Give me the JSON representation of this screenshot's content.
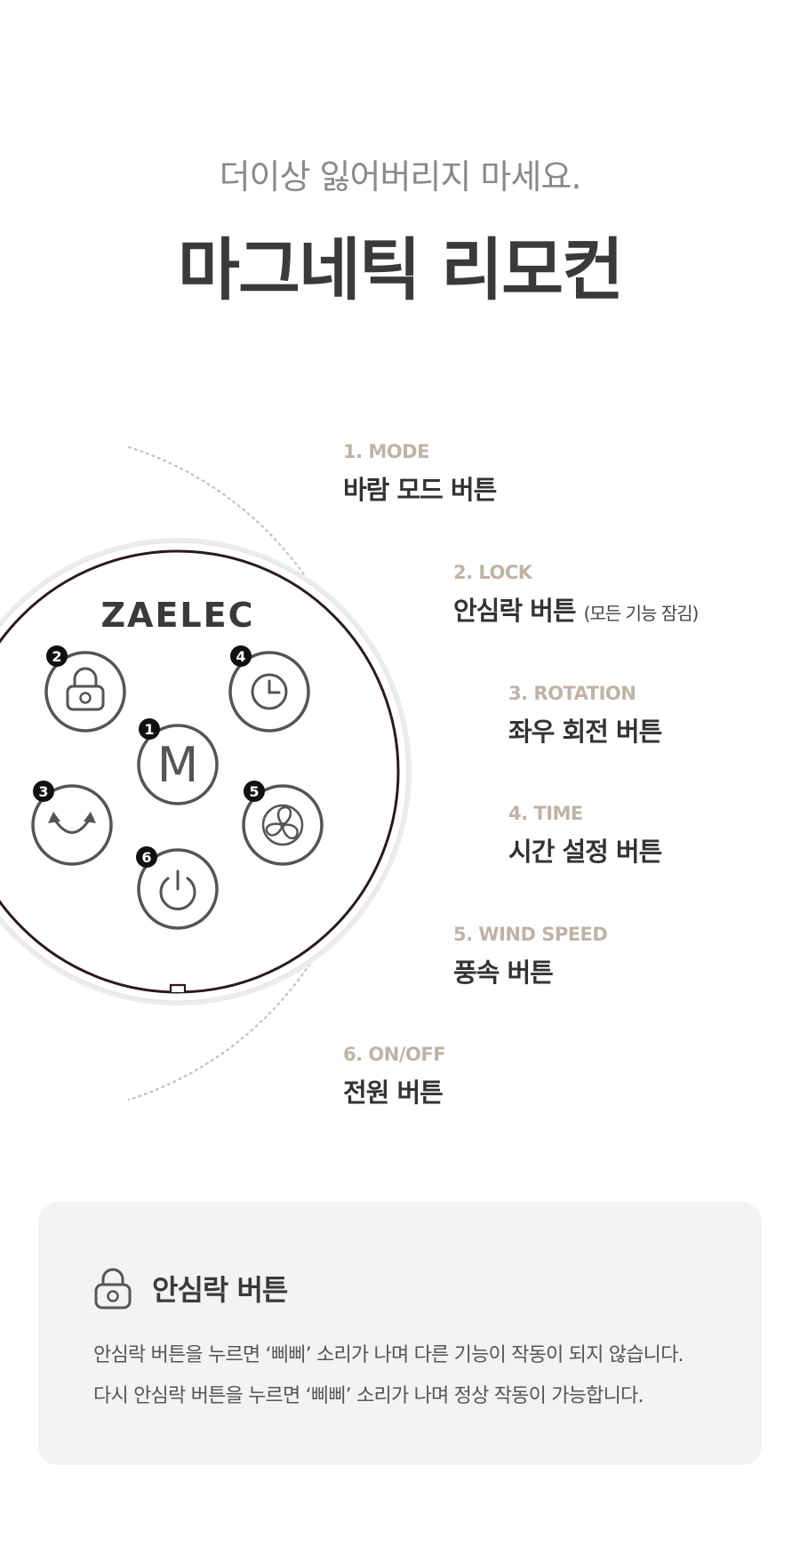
{
  "header": {
    "subtitle": "더이상 잃어버리지 마세요.",
    "title": "마그네틱 리모컨"
  },
  "remote": {
    "brand": "ZAELEC",
    "buttons": [
      {
        "number": "1",
        "icon": "m-letter-icon",
        "glyph": "M"
      },
      {
        "number": "2",
        "icon": "lock-icon"
      },
      {
        "number": "3",
        "icon": "rotation-icon"
      },
      {
        "number": "4",
        "icon": "clock-icon"
      },
      {
        "number": "5",
        "icon": "fan-icon"
      },
      {
        "number": "6",
        "icon": "power-icon"
      }
    ]
  },
  "labels": [
    {
      "en": "1. MODE",
      "ko": "바람 모드 버튼"
    },
    {
      "en": "2. LOCK",
      "ko": "안심락 버튼",
      "note": "(모든 기능 잠김)"
    },
    {
      "en": "3. ROTATION",
      "ko": "좌우 회전 버튼"
    },
    {
      "en": "4. TIME",
      "ko": "시간 설정 버튼"
    },
    {
      "en": "5. WIND SPEED",
      "ko": "풍속 버튼"
    },
    {
      "en": "6. ON/OFF",
      "ko": "전원 버튼"
    }
  ],
  "info": {
    "icon": "lock-icon",
    "title": "안심락 버튼",
    "lines": [
      "안심락 버튼을 누르면 ‘삐삐’ 소리가 나며 다른 기능이 작동이 되지 않습니다.",
      "다시 안심락 버튼을 누르면 ‘삐삐’ 소리가 나며 정상 작동이 가능합니다."
    ]
  },
  "colors": {
    "label_en": "#bfb3a6",
    "title": "#3a3a3a",
    "button_stroke": "#555555",
    "remote_outline": "#2b1a1a",
    "card_bg": "#f3f3f3"
  }
}
